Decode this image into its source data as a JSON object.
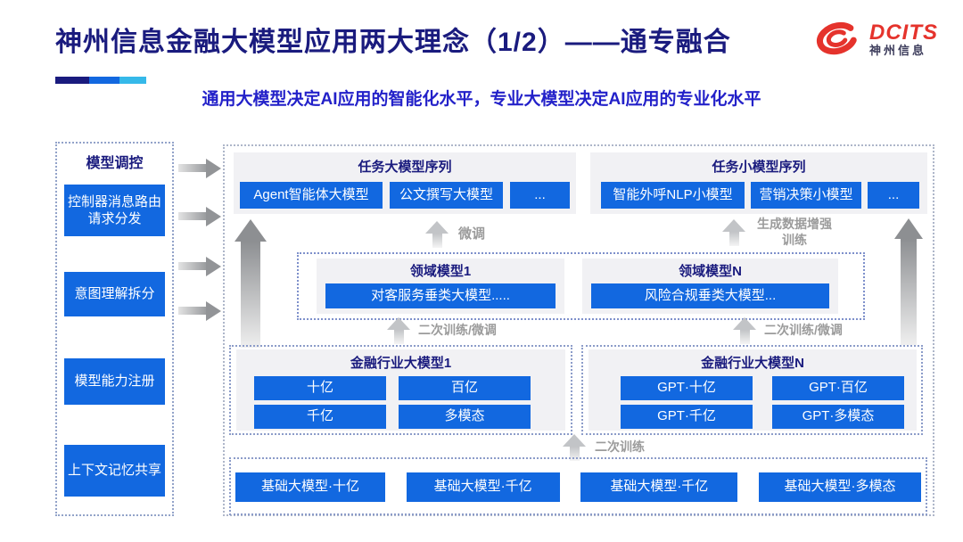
{
  "colors": {
    "accent_blue": "#1268e0",
    "navy": "#1a1b7e",
    "subtitle_blue": "#2321c9",
    "brand_red": "#e5332c",
    "panel_gray": "#f1f1f4",
    "label_gray": "#9b9b9b"
  },
  "header": {
    "title": "神州信息金融大模型应用两大理念（1/2）——通专融合",
    "subtitle": "通用大模型决定AI应用的智能化水平，专业大模型决定AI应用的专业化水平",
    "logo_brand": "DCITS",
    "logo_sub": "神州信息"
  },
  "sidebar": {
    "title": "模型调控",
    "items": [
      "控制器消息路由请求分发",
      "意图理解拆分",
      "模型能力注册",
      "上下文记忆共享"
    ]
  },
  "task_large": {
    "title": "任务大模型序列",
    "items": [
      "Agent智能体大模型",
      "公文撰写大模型",
      "..."
    ]
  },
  "task_small": {
    "title": "任务小模型序列",
    "items": [
      "智能外呼NLP小模型",
      "营销决策小模型",
      "..."
    ]
  },
  "labels": {
    "finetune": "微调",
    "gen_data_line1": "生成数据增强",
    "gen_data_line2": "训练",
    "retrain_finetune_left": "二次训练/微调",
    "retrain_finetune_right": "二次训练/微调",
    "retrain": "二次训练"
  },
  "domain1": {
    "title": "领域模型1",
    "item": "对客服务垂类大模型....."
  },
  "domainN": {
    "title": "领域模型N",
    "item": "风险合规垂类大模型..."
  },
  "industry1": {
    "title": "金融行业大模型1",
    "items": [
      "十亿",
      "百亿",
      "千亿",
      "多模态"
    ]
  },
  "industryN": {
    "title": "金融行业大模型N",
    "items": [
      "GPT·十亿",
      "GPT·百亿",
      "GPT·千亿",
      "GPT·多模态"
    ]
  },
  "base_models": {
    "items": [
      "基础大模型·十亿",
      "基础大模型·千亿",
      "基础大模型·千亿",
      "基础大模型·多模态"
    ]
  }
}
